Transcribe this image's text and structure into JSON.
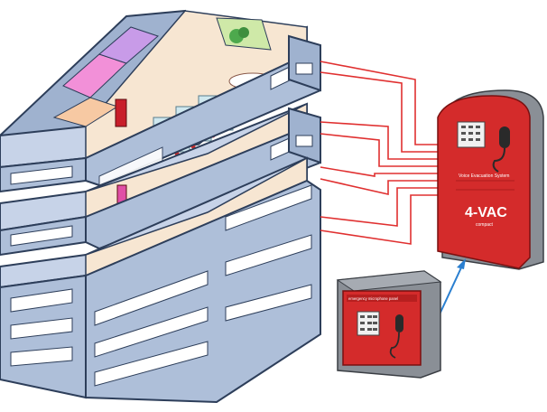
{
  "diagram": {
    "main_unit": {
      "label": "Voice Evacuation System",
      "brand": "4-VAC",
      "sub_brand": "compact",
      "color": "#d42b2b"
    },
    "mic_panel": {
      "label": "emergency microphone panel",
      "color": "#d42b2b"
    },
    "building": {
      "floors": 3,
      "wall_color": "#aebfd9",
      "room_colors": [
        "#f2a6e0",
        "#c89be8",
        "#f7c9a3",
        "#cfe9a8"
      ]
    },
    "wire_color": "#e03030",
    "arrow_color": "#2a7fd0"
  }
}
